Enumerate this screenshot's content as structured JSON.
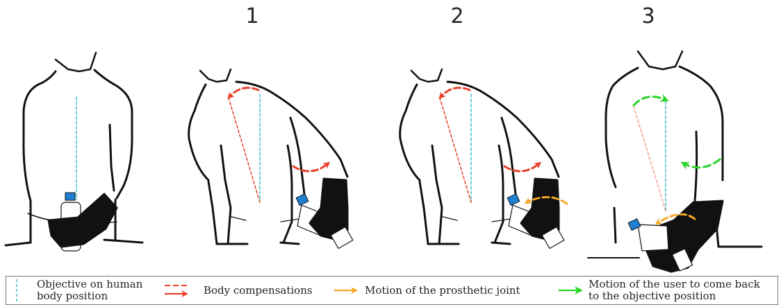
{
  "steps": [
    "1",
    "2",
    "3"
  ],
  "legend": {
    "objective": "Objective on human body position",
    "objective_line1": "Objective on human",
    "objective_line2": "body position",
    "compensations": "Body compensations",
    "prosthetic": "Motion of the prosthetic joint",
    "user_line1": "Motion of the user to come back",
    "user_line2": "to the objective position"
  },
  "colors": {
    "objective": "#3fc1c1",
    "compensation": "#e8402a",
    "prosthetic": "#f5a623",
    "user": "#27d427",
    "bottle_cap": "#1f7fd0",
    "outline": "#111111"
  },
  "panels": [
    {
      "id": "reference",
      "compensation_line": false,
      "arrows": []
    },
    {
      "id": "step-1",
      "compensation_line": true,
      "arrows": [
        "compensation-shoulder",
        "compensation-elbow"
      ]
    },
    {
      "id": "step-2",
      "compensation_line": true,
      "arrows": [
        "compensation-shoulder",
        "compensation-elbow",
        "prosthetic-wrist"
      ]
    },
    {
      "id": "step-3",
      "compensation_line": true,
      "arrows": [
        "user-shoulder",
        "user-elbow",
        "prosthetic-wrist"
      ]
    }
  ]
}
